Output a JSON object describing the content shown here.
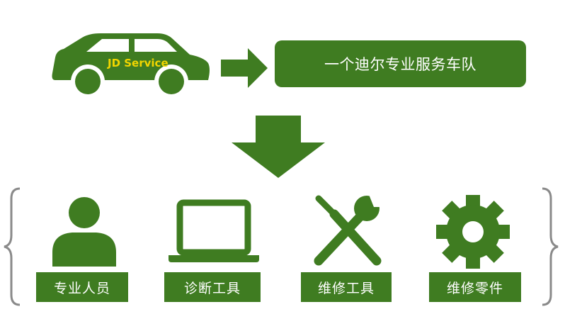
{
  "colors": {
    "primary_green": "#3f7c21",
    "car_text_yellow": "#f2d600",
    "brace_gray": "#8a8a8a",
    "background": "#ffffff"
  },
  "car": {
    "icon": "car-icon",
    "text": "JD Service"
  },
  "flow": {
    "right_arrow_icon": "arrow-right-icon",
    "down_arrow_icon": "arrow-down-icon"
  },
  "fleet_box": {
    "text": "一个迪尔专业服务车队"
  },
  "resources": [
    {
      "icon": "person-icon",
      "label": "专业人员"
    },
    {
      "icon": "laptop-icon",
      "label": "诊断工具"
    },
    {
      "icon": "wrench-screwdriver-icon",
      "label": "维修工具"
    },
    {
      "icon": "gear-icon",
      "label": "维修零件"
    }
  ]
}
